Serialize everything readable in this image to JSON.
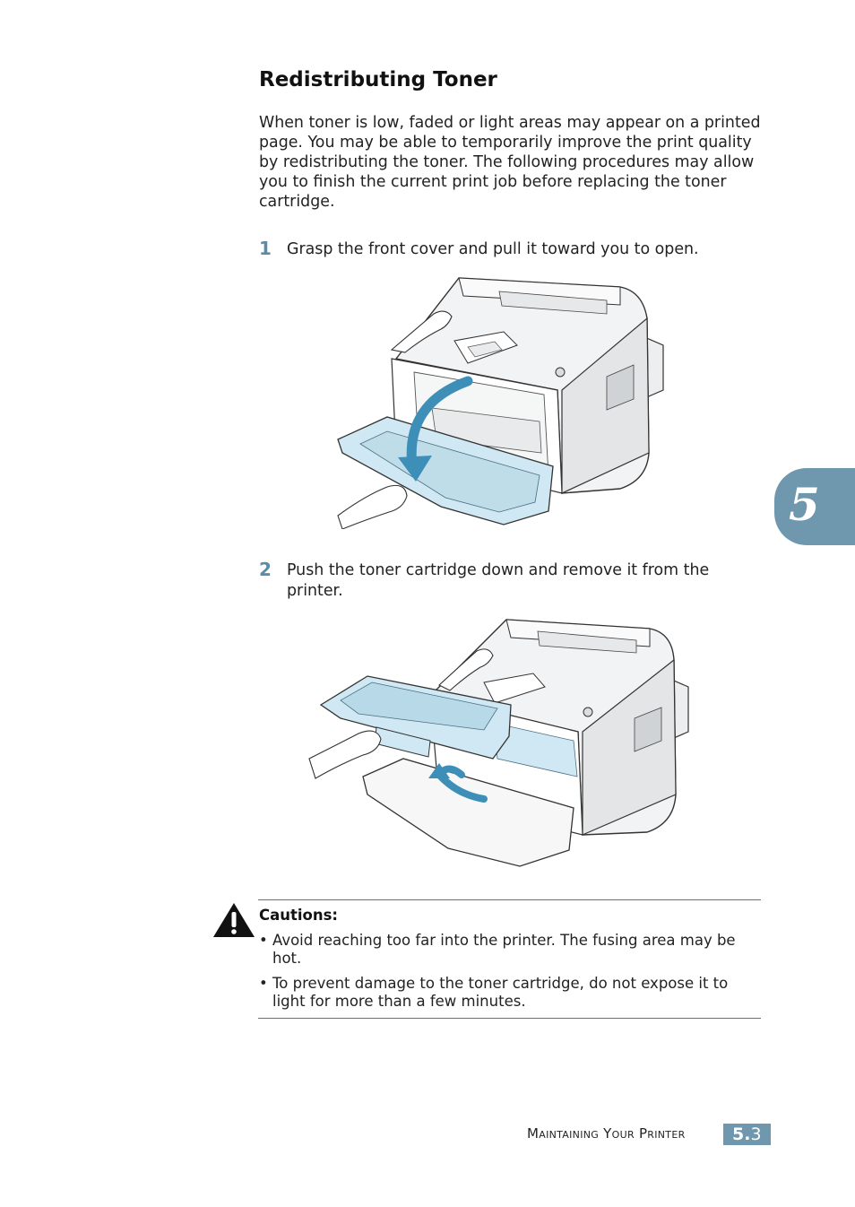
{
  "section_title": "Redistributing Toner",
  "intro": "When toner is low, faded or light areas may appear on a printed page. You may be able to temporarily improve the print quality by redistributing the toner. The following procedures may allow you to finish the current print job before replacing the toner cartridge.",
  "steps": [
    {
      "number": "1",
      "text": "Grasp the front cover and pull it toward you to open."
    },
    {
      "number": "2",
      "text": "Push the toner cartridge down and remove it from the printer."
    }
  ],
  "caution": {
    "title": "Cautions:",
    "bullet": "•",
    "items": [
      "Avoid reaching too far into the printer. The fusing area may be hot.",
      "To prevent damage to the toner cartridge, do not expose it to light for more than a few minutes."
    ]
  },
  "chapter_tab": {
    "number": "5"
  },
  "footer": {
    "section": "Maintaining Your Printer",
    "chapter": "5.",
    "page": "3"
  },
  "colors": {
    "accent": "#6f97ae",
    "step_number": "#5a8ca8",
    "arrow": "#3d8fb8",
    "highlight": "#cfe8f3"
  }
}
